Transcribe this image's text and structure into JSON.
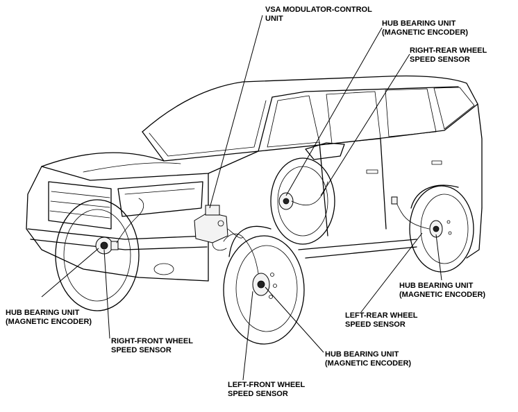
{
  "callouts": {
    "vsa_modulator": {
      "line1": "VSA MODULATOR-CONTROL",
      "line2": "UNIT"
    },
    "hub_rear_right": {
      "line1": "HUB BEARING UNIT",
      "line2": "(MAGNETIC ENCODER)"
    },
    "sensor_rear_right": {
      "line1": "RIGHT-REAR WHEEL",
      "line2": "SPEED SENSOR"
    },
    "hub_front_right": {
      "line1": "HUB BEARING UNIT",
      "line2": "(MAGNETIC ENCODER)"
    },
    "sensor_front_right": {
      "line1": "RIGHT-FRONT WHEEL",
      "line2": "SPEED SENSOR"
    },
    "sensor_front_left": {
      "line1": "LEFT-FRONT WHEEL",
      "line2": "SPEED SENSOR"
    },
    "hub_front_left": {
      "line1": "HUB BEARING UNIT",
      "line2": "(MAGNETIC ENCODER)"
    },
    "sensor_rear_left": {
      "line1": "LEFT-REAR WHEEL",
      "line2": "SPEED SENSOR"
    },
    "hub_rear_left": {
      "line1": "HUB BEARING UNIT",
      "line2": "(MAGNETIC ENCODER)"
    }
  }
}
